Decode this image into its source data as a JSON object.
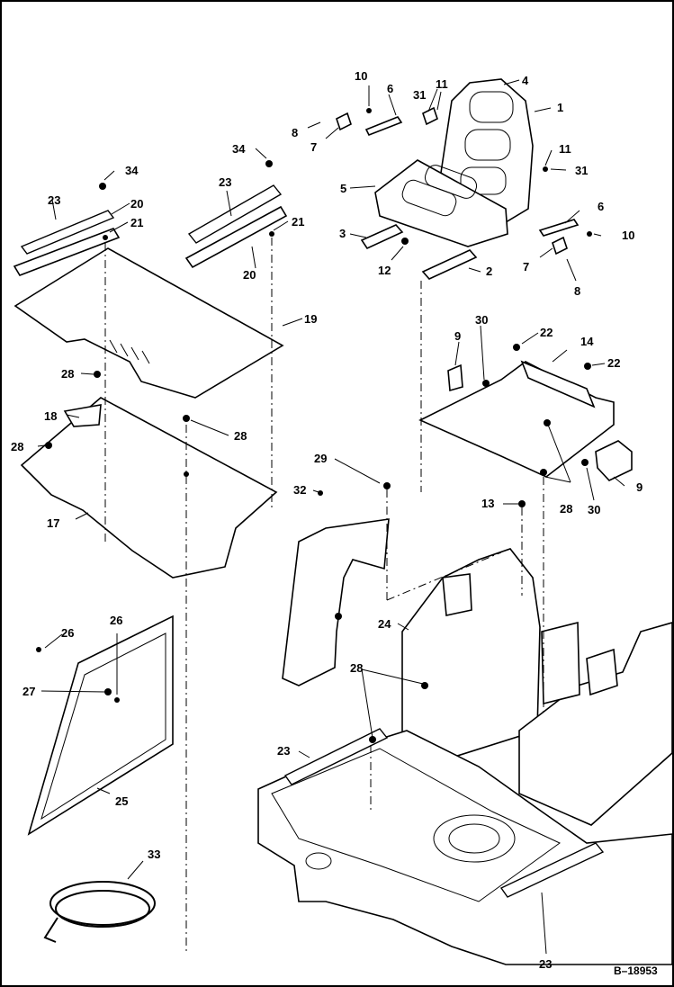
{
  "figure_ref": "B–18953",
  "callouts": {
    "c1": "1",
    "c2": "2",
    "c3": "3",
    "c4": "4",
    "c5": "5",
    "c6a": "6",
    "c6b": "6",
    "c7a": "7",
    "c7b": "7",
    "c8a": "8",
    "c8b": "8",
    "c9a": "9",
    "c9b": "9",
    "c10a": "10",
    "c10b": "10",
    "c11a": "11",
    "c11b": "11",
    "c12": "12",
    "c13": "13",
    "c14": "14",
    "c17": "17",
    "c18": "18",
    "c19": "19",
    "c20a": "20",
    "c20b": "20",
    "c21a": "21",
    "c21b": "21",
    "c22a": "22",
    "c22b": "22",
    "c23a": "23",
    "c23b": "23",
    "c23c": "23",
    "c23d": "23",
    "c24": "24",
    "c25": "25",
    "c26a": "26",
    "c26b": "26",
    "c27": "27",
    "c28a": "28",
    "c28b": "28",
    "c28c": "28",
    "c28d": "28",
    "c28e": "28",
    "c29": "29",
    "c30a": "30",
    "c30b": "30",
    "c31a": "31",
    "c31b": "31",
    "c32": "32",
    "c33": "33",
    "c34a": "34",
    "c34b": "34"
  }
}
